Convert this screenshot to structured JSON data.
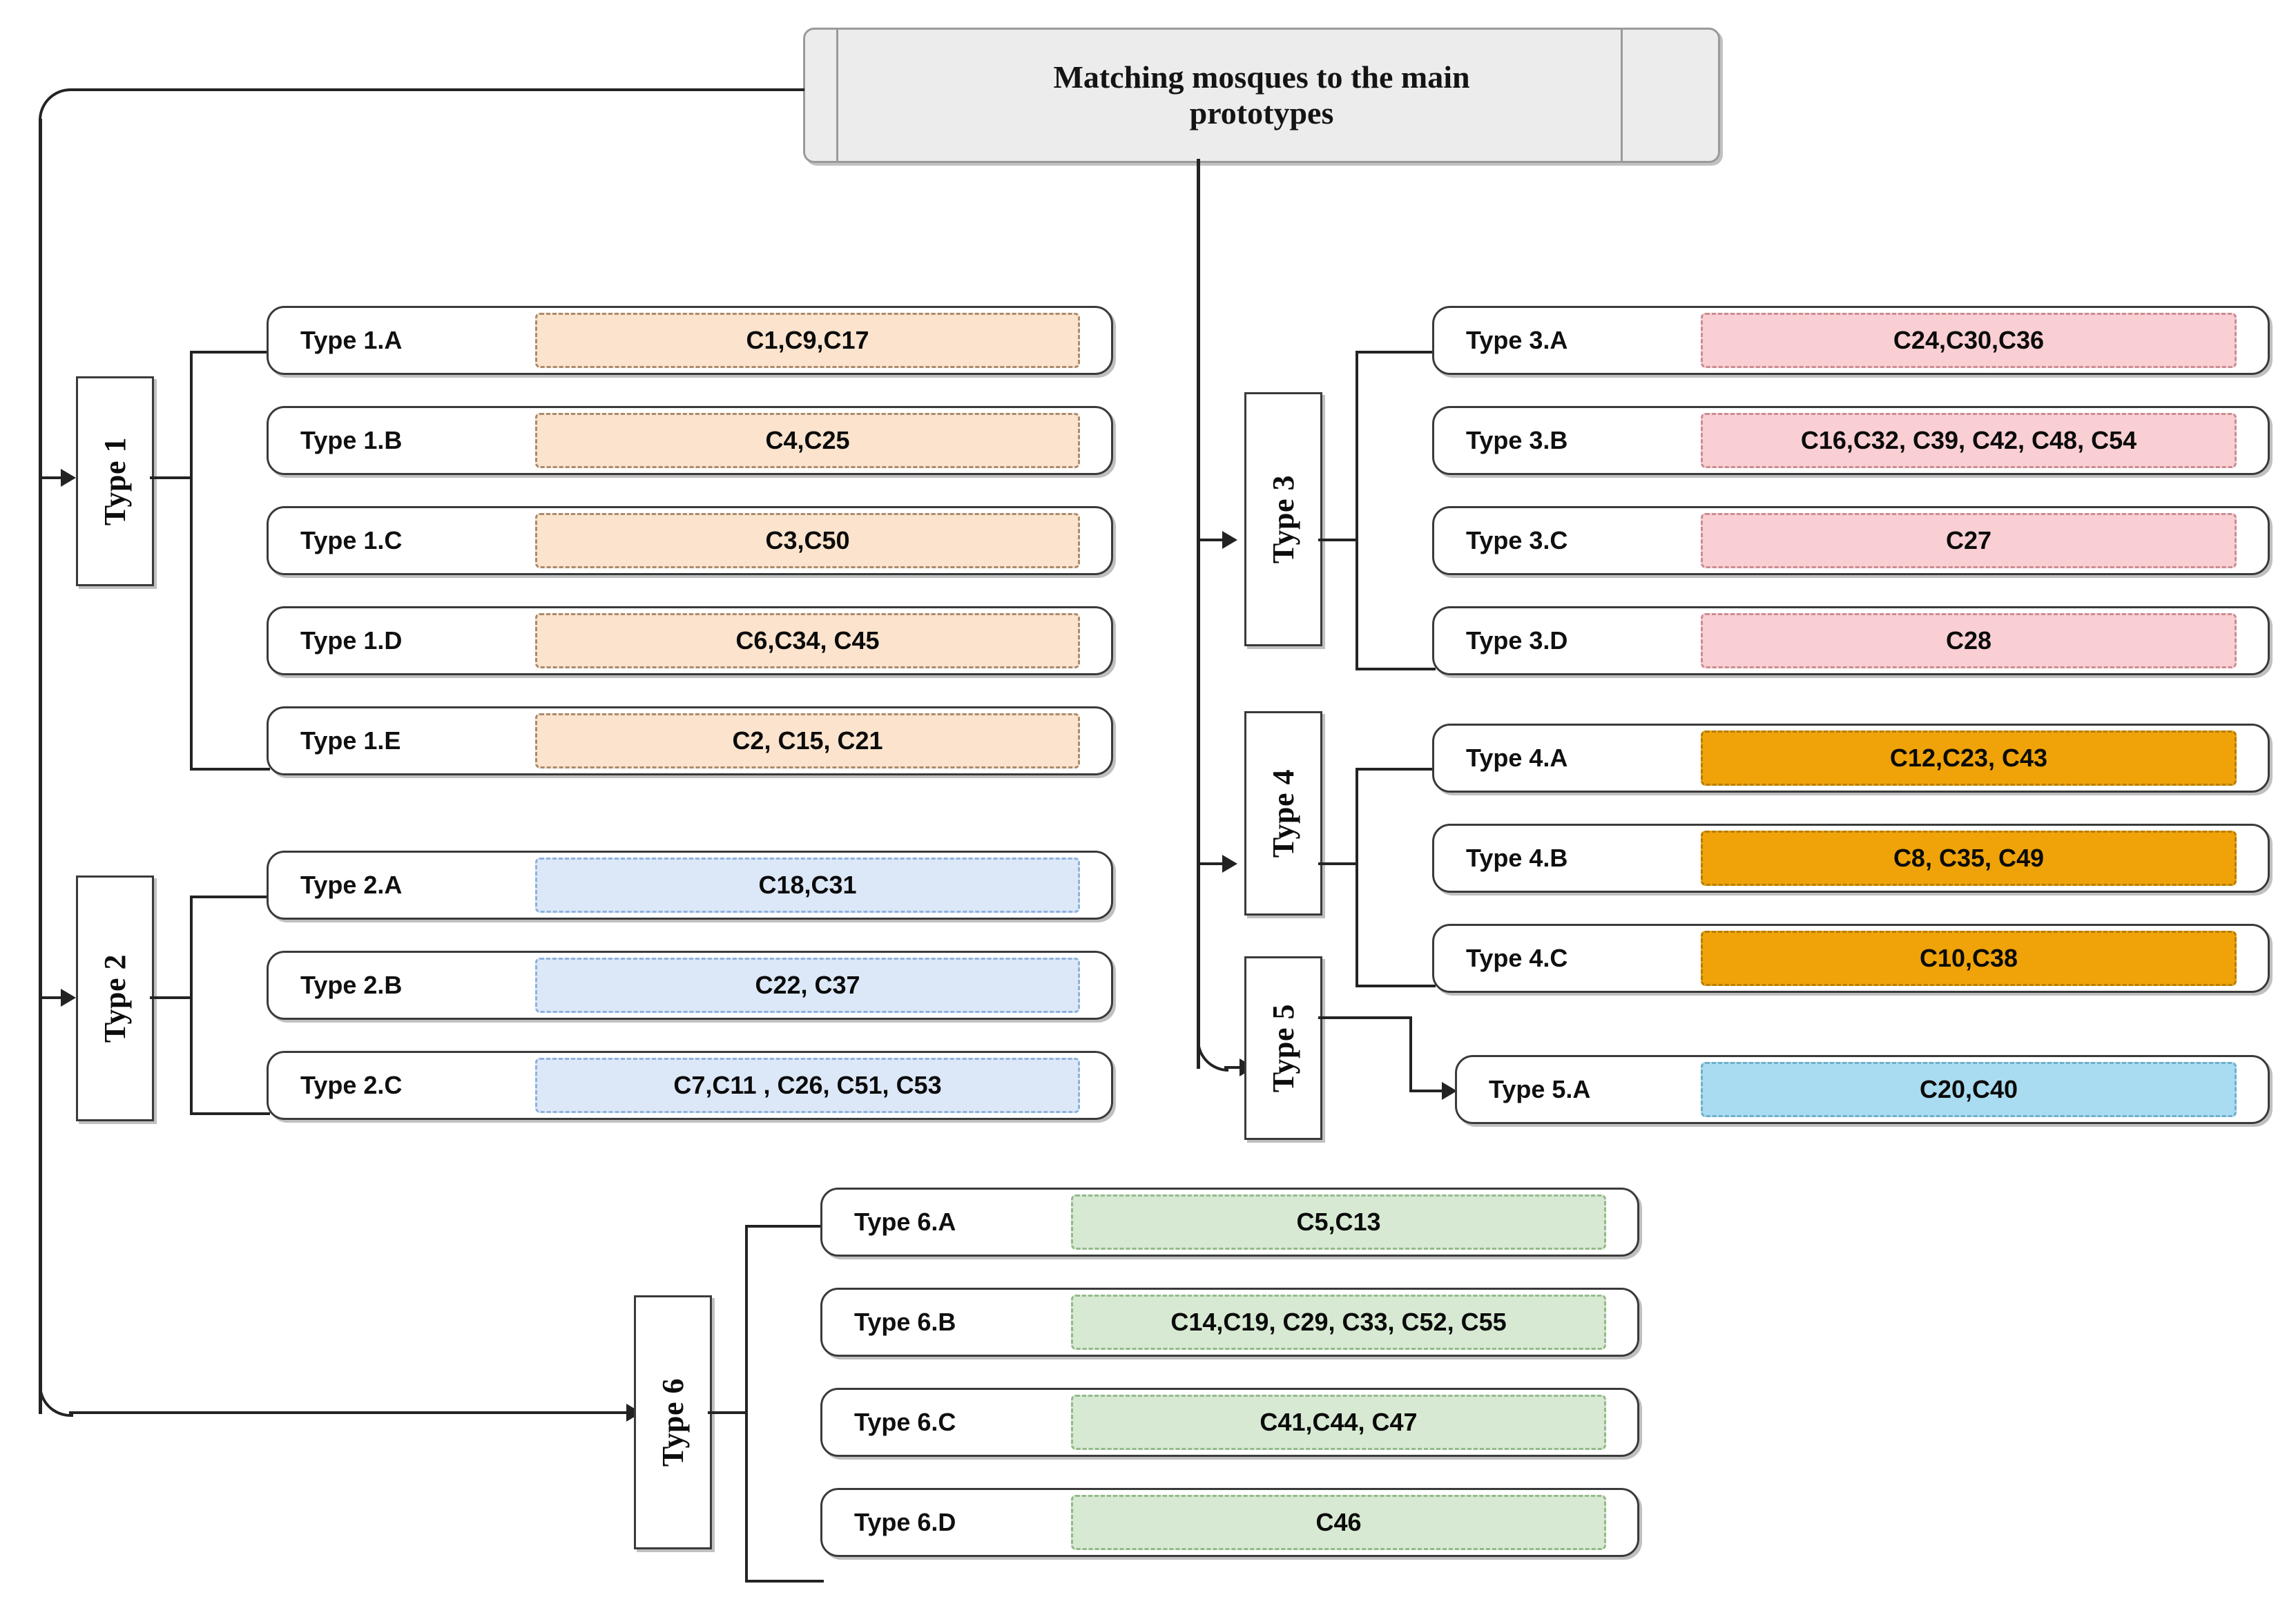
{
  "title": {
    "text": "Matching mosques to the main\nprototypes"
  },
  "palette": {
    "type1": "#FBE3CD",
    "type2": "#DCE8F8",
    "type3": "#F9CFD3",
    "type4": "#EFA308",
    "type5": "#A9DCF0",
    "type6": "#D7E9D2",
    "line": "#232323",
    "box_border": "#3A3A3A",
    "title_fill": "#ECECEC"
  },
  "groups": [
    {
      "id": "type-1",
      "label": "Type 1",
      "color": "#FBE3CD",
      "rows": [
        {
          "label": "Type 1.A",
          "items": "C1,C9,C17"
        },
        {
          "label": "Type 1.B",
          "items": "C4,C25"
        },
        {
          "label": "Type 1.C",
          "items": "C3,C50"
        },
        {
          "label": "Type 1.D",
          "items": "C6,C34, C45"
        },
        {
          "label": "Type 1.E",
          "items": "C2, C15, C21"
        }
      ]
    },
    {
      "id": "type-2",
      "label": "Type 2",
      "color": "#DCE8F8",
      "rows": [
        {
          "label": "Type 2.A",
          "items": "C18,C31"
        },
        {
          "label": "Type 2.B",
          "items": "C22, C37"
        },
        {
          "label": "Type 2.C",
          "items": "C7,C11 , C26, C51, C53"
        }
      ]
    },
    {
      "id": "type-3",
      "label": "Type 3",
      "color": "#F9CFD3",
      "rows": [
        {
          "label": "Type 3.A",
          "items": "C24,C30,C36"
        },
        {
          "label": "Type 3.B",
          "items": "C16,C32, C39, C42, C48, C54"
        },
        {
          "label": "Type 3.C",
          "items": "C27"
        },
        {
          "label": "Type 3.D",
          "items": "C28"
        }
      ]
    },
    {
      "id": "type-4",
      "label": "Type 4",
      "color": "#EFA308",
      "rows": [
        {
          "label": "Type 4.A",
          "items": "C12,C23, C43"
        },
        {
          "label": "Type 4.B",
          "items": "C8, C35, C49"
        },
        {
          "label": "Type 4.C",
          "items": "C10,C38"
        }
      ]
    },
    {
      "id": "type-5",
      "label": "Type 5",
      "color": "#A9DCF0",
      "rows": [
        {
          "label": "Type 5.A",
          "items": "C20,C40"
        }
      ]
    },
    {
      "id": "type-6",
      "label": "Type 6",
      "color": "#D7E9D2",
      "rows": [
        {
          "label": "Type 6.A",
          "items": "C5,C13"
        },
        {
          "label": "Type 6.B",
          "items": "C14,C19, C29, C33, C52, C55"
        },
        {
          "label": "Type 6.C",
          "items": "C41,C44, C47"
        },
        {
          "label": "Type 6.D",
          "items": "C46"
        }
      ]
    }
  ]
}
